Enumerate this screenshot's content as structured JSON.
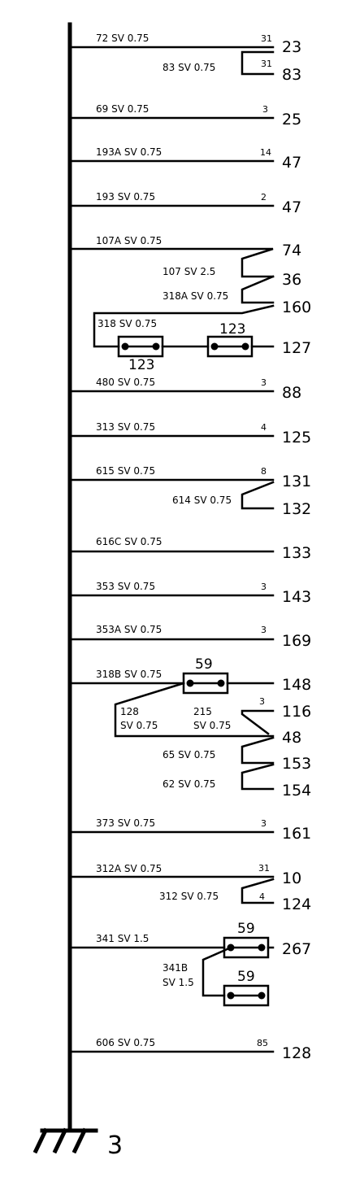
{
  "ground_label": "3",
  "wires": [
    {
      "id": "w1",
      "label": "72 SV 0.75",
      "pin": "31",
      "terminal": "23"
    },
    {
      "id": "w2",
      "label": "83 SV 0.75",
      "pin": "31",
      "terminal": "83"
    },
    {
      "id": "w3",
      "label": "69 SV 0.75",
      "pin": "3",
      "terminal": "25"
    },
    {
      "id": "w4",
      "label": "193A SV 0.75",
      "pin": "14",
      "terminal": "47"
    },
    {
      "id": "w5",
      "label": "193 SV 0.75",
      "pin": "2",
      "terminal": "47"
    },
    {
      "id": "w6",
      "label": "107A SV 0.75",
      "pin": "",
      "terminal": "74"
    },
    {
      "id": "w7",
      "label": "107 SV 2.5",
      "pin": "",
      "terminal": "36"
    },
    {
      "id": "w8",
      "label": "318A SV 0.75",
      "pin": "",
      "terminal": "160"
    },
    {
      "id": "w9",
      "label": "318 SV 0.75",
      "pin": "",
      "terminal": "127"
    },
    {
      "id": "w10",
      "label": "480 SV 0.75",
      "pin": "3",
      "terminal": "88"
    },
    {
      "id": "w11",
      "label": "313 SV 0.75",
      "pin": "4",
      "terminal": "125"
    },
    {
      "id": "w12",
      "label": "615 SV 0.75",
      "pin": "8",
      "terminal": "131"
    },
    {
      "id": "w13",
      "label": "614 SV 0.75",
      "pin": "",
      "terminal": "132"
    },
    {
      "id": "w14",
      "label": "616C SV 0.75",
      "pin": "",
      "terminal": "133"
    },
    {
      "id": "w15",
      "label": "353 SV 0.75",
      "pin": "3",
      "terminal": "143"
    },
    {
      "id": "w16",
      "label": "353A SV 0.75",
      "pin": "3",
      "terminal": "169"
    },
    {
      "id": "w17",
      "label": "318B SV 0.75",
      "pin": "",
      "terminal": "148"
    },
    {
      "id": "w18",
      "label": "215 SV 0.75",
      "pin": "3",
      "terminal": "116"
    },
    {
      "id": "w19",
      "label": "128 SV 0.75",
      "pin": "",
      "terminal": "48"
    },
    {
      "id": "w20",
      "label": "65 SV 0.75",
      "pin": "",
      "terminal": "153"
    },
    {
      "id": "w21",
      "label": "62 SV 0.75",
      "pin": "",
      "terminal": "154"
    },
    {
      "id": "w22",
      "label": "373 SV 0.75",
      "pin": "3",
      "terminal": "161"
    },
    {
      "id": "w23",
      "label": "312A SV 0.75",
      "pin": "31",
      "terminal": "10"
    },
    {
      "id": "w24",
      "label": "312 SV 0.75",
      "pin": "4",
      "terminal": "124"
    },
    {
      "id": "w25",
      "label": "341 SV 1.5",
      "pin": "",
      "terminal": "267"
    },
    {
      "id": "w26",
      "label": "341B SV 1.5",
      "pin": "",
      "terminal": ""
    },
    {
      "id": "w27",
      "label": "606 SV 0.75",
      "pin": "85",
      "terminal": "128"
    }
  ],
  "fuses": [
    {
      "id": "f1",
      "label": "123"
    },
    {
      "id": "f2",
      "label": "123"
    },
    {
      "id": "f3",
      "label": "59"
    },
    {
      "id": "f4",
      "label": "59"
    },
    {
      "id": "f5",
      "label": "59"
    }
  ]
}
